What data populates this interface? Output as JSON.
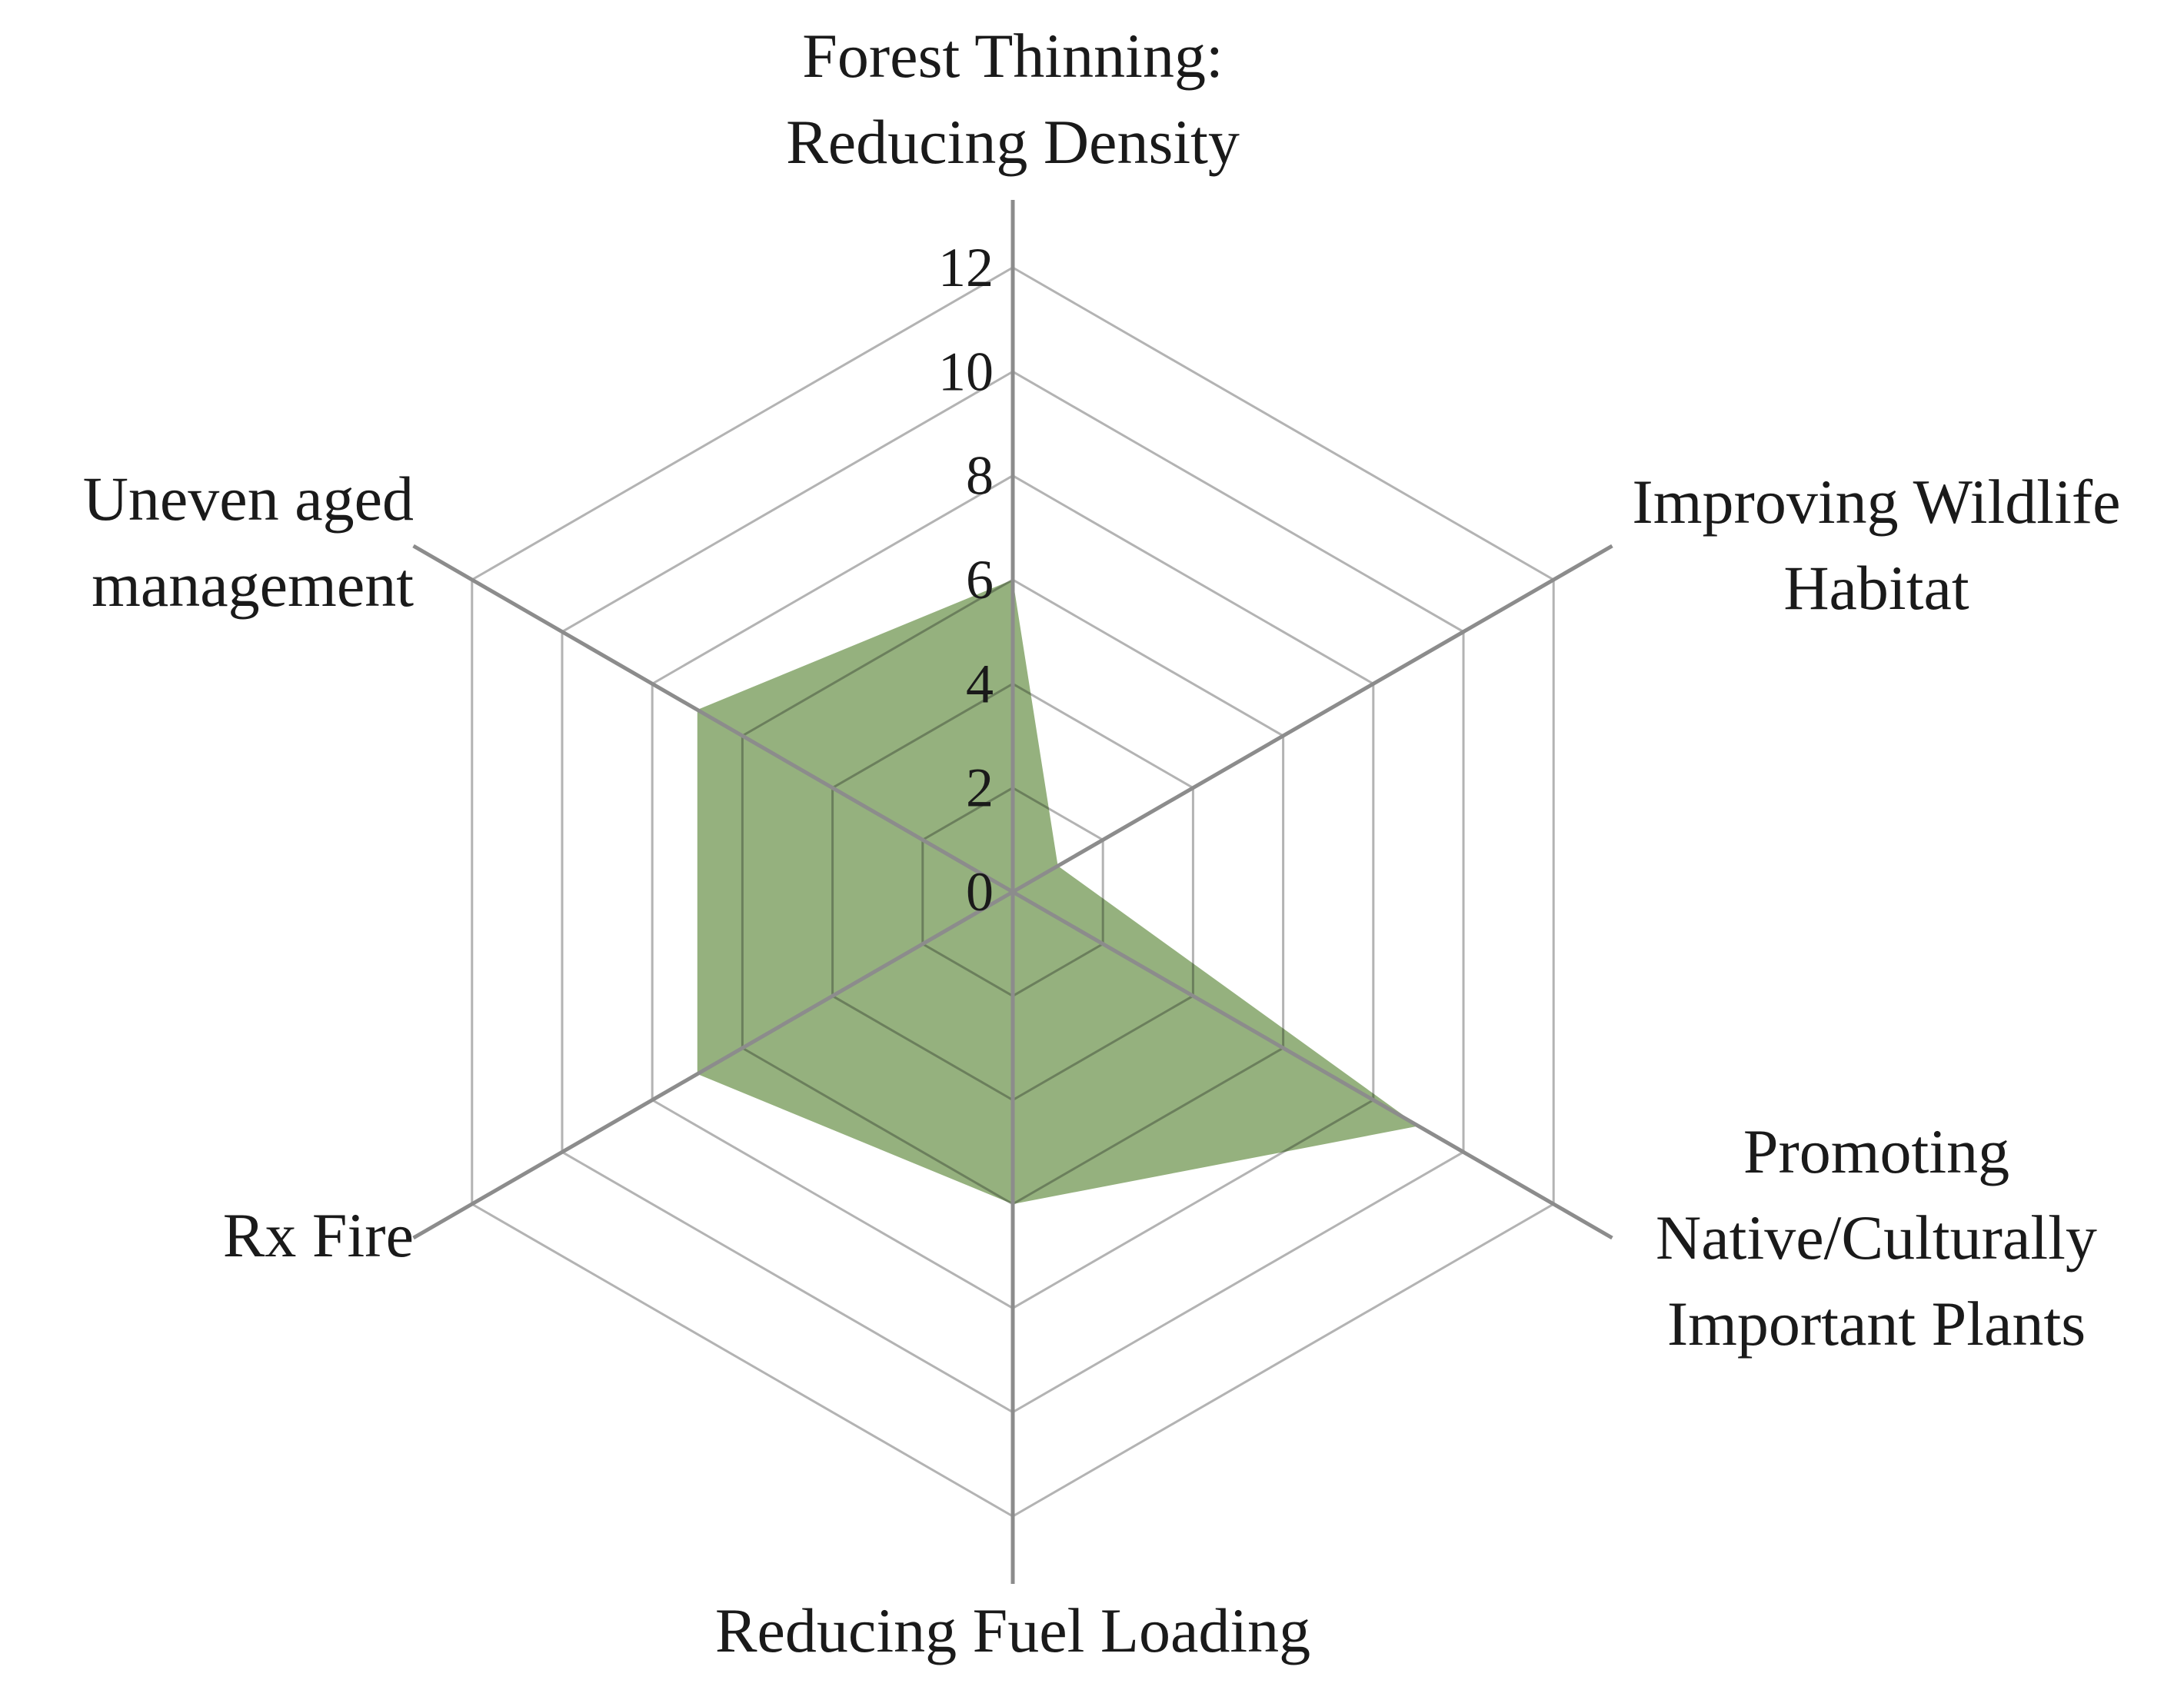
{
  "chart_data": {
    "type": "radar",
    "axes": [
      "Forest Thinning: Reducing Density",
      "Improving Wildlife Habitat",
      "Promoting Native/Culturally Important Plants",
      "Reducing Fuel Loading",
      "Rx Fire",
      "Uneven aged management"
    ],
    "axis_label_lines": [
      [
        "Forest Thinning:",
        "Reducing Density"
      ],
      [
        "Improving Wildlife",
        "Habitat"
      ],
      [
        "Promoting",
        "Native/Culturally",
        "Important Plants"
      ],
      [
        "Reducing Fuel Loading"
      ],
      [
        "Rx Fire"
      ],
      [
        "Uneven aged",
        "management"
      ]
    ],
    "series": [
      {
        "values": [
          6,
          1,
          9,
          6,
          7,
          7
        ]
      }
    ],
    "ticks": [
      "0",
      "2",
      "4",
      "6",
      "8",
      "10",
      "12"
    ],
    "rlim": [
      0,
      12
    ],
    "grid": true,
    "legend": "none",
    "colors": {
      "fill": "#95b17e",
      "gridline": "#b3b3b3",
      "axisline": "#8c8c8c",
      "inner_edge": "#6b7f5c",
      "text": "#1a1a1a"
    }
  }
}
